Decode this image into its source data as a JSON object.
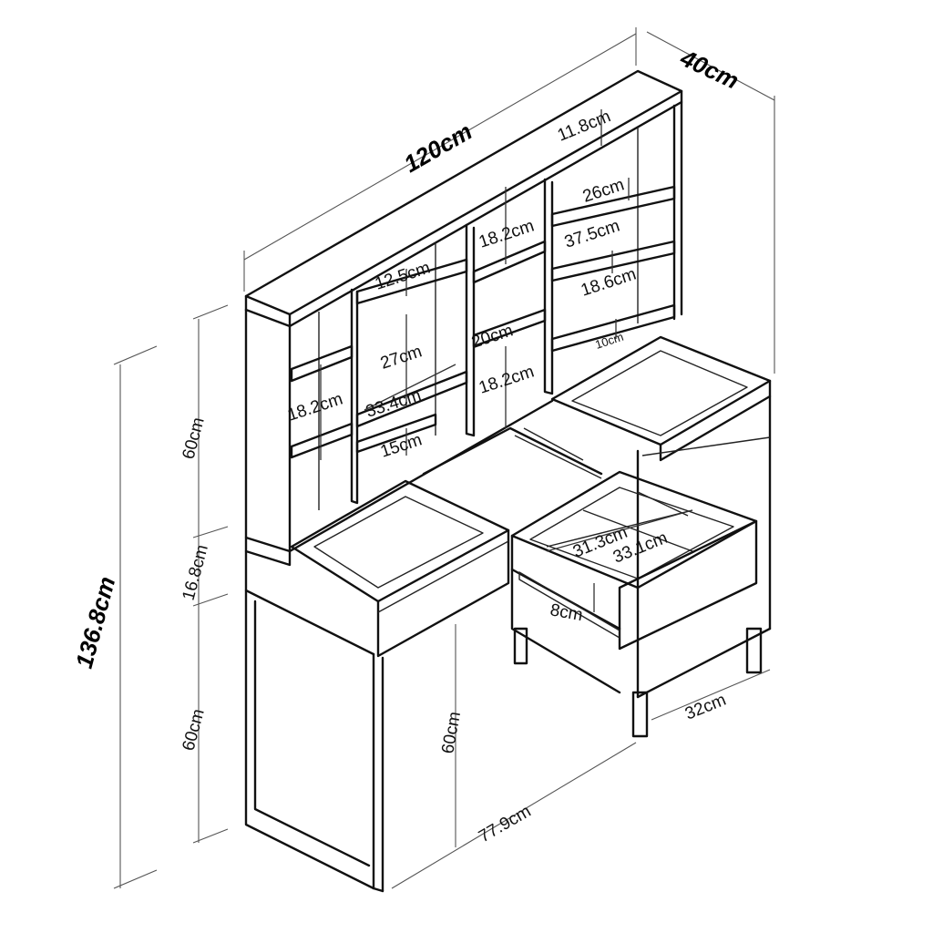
{
  "dimensions": {
    "total_width": "120cm",
    "depth": "40cm",
    "total_height": "136.8cm",
    "hutch_height": "60cm",
    "drawer_band_height": "16.8cm",
    "leg_height": "60cm",
    "knee_clearance": "60cm",
    "desk_width": "77.9cm",
    "pedestal_depth": "32cm",
    "top_shelf_gap": "11.8cm",
    "right_shelf_26": "26cm",
    "right_shelf_width": "37.5cm",
    "right_shelf_186": "18.6cm",
    "right_bottom_gap": "10cm",
    "center_top_gap": "18.2cm",
    "center_shelf_width": "20cm",
    "center_bottom_gap": "18.2cm",
    "left_mid_top": "12.5cm",
    "left_mid_gap": "27cm",
    "left_mid_width": "33.4cm",
    "left_mid_bottom": "15cm",
    "left_col_gap": "18.2cm",
    "drawer_inner_width": "31.3cm",
    "drawer_inner_length": "33.1cm",
    "drawer_height": "8cm"
  },
  "colors": {
    "line": "#111111",
    "dimension_line": "#555555",
    "background": "#ffffff"
  }
}
